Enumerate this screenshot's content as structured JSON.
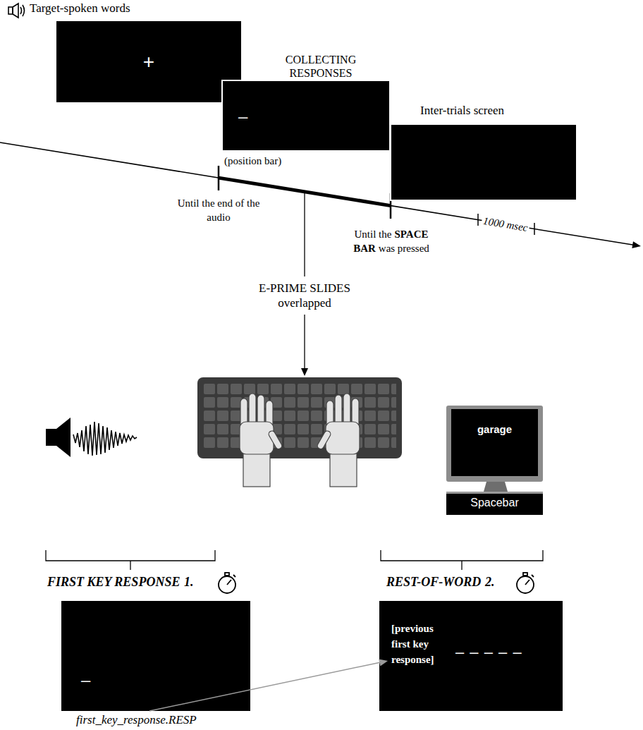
{
  "diagram": {
    "nodes": [
      {
        "text": [
          "Target-spoken words",
          "+"
        ]
      },
      {
        "text": [
          "COLLECTING RESPONSES",
          "–"
        ]
      },
      {
        "text": [
          "Inter-trials screen"
        ]
      },
      {
        "text": [
          "–"
        ]
      },
      {
        "text": [
          "[previous first key response]",
          "– – – – –"
        ]
      }
    ],
    "labels": [
      "(position bar)",
      "Until the end of the audio",
      "Until the",
      "SPACE BAR",
      "was pressed",
      "1000 msec",
      "E-PRIME SLIDES overlapped",
      "garage",
      "Spacebar",
      "FIRST KEY RESPONSE",
      "1.",
      "REST-OF-WORD",
      "2.",
      "first_key_response.RESP"
    ]
  }
}
